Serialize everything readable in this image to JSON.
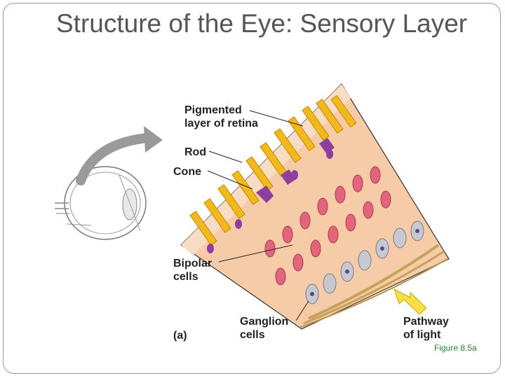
{
  "slide": {
    "title": "Structure of the Eye: Sensory Layer",
    "figure_caption": "Figure 8.5a"
  },
  "diagram": {
    "part_label": "(a)",
    "labels": {
      "pigmented_layer": "Pigmented\nlayer of retina",
      "rod": "Rod",
      "cone": "Cone",
      "bipolar_cells": "Bipolar\ncells",
      "ganglion_cells": "Ganglion\ncells",
      "pathway_of_light": "Pathway\nof light"
    }
  },
  "colors": {
    "tissue": "#f6cba8",
    "rod_cone": "#f3b81c",
    "rod_purple": "#8e3f9e",
    "bipolar": "#e2657c",
    "ganglion": "#c8c8d2",
    "fibers": "#c7a15a",
    "arrow_gray": "#9a9a9a",
    "light_arrow": "#f6e04a",
    "caption_green": "#2e7d32"
  }
}
